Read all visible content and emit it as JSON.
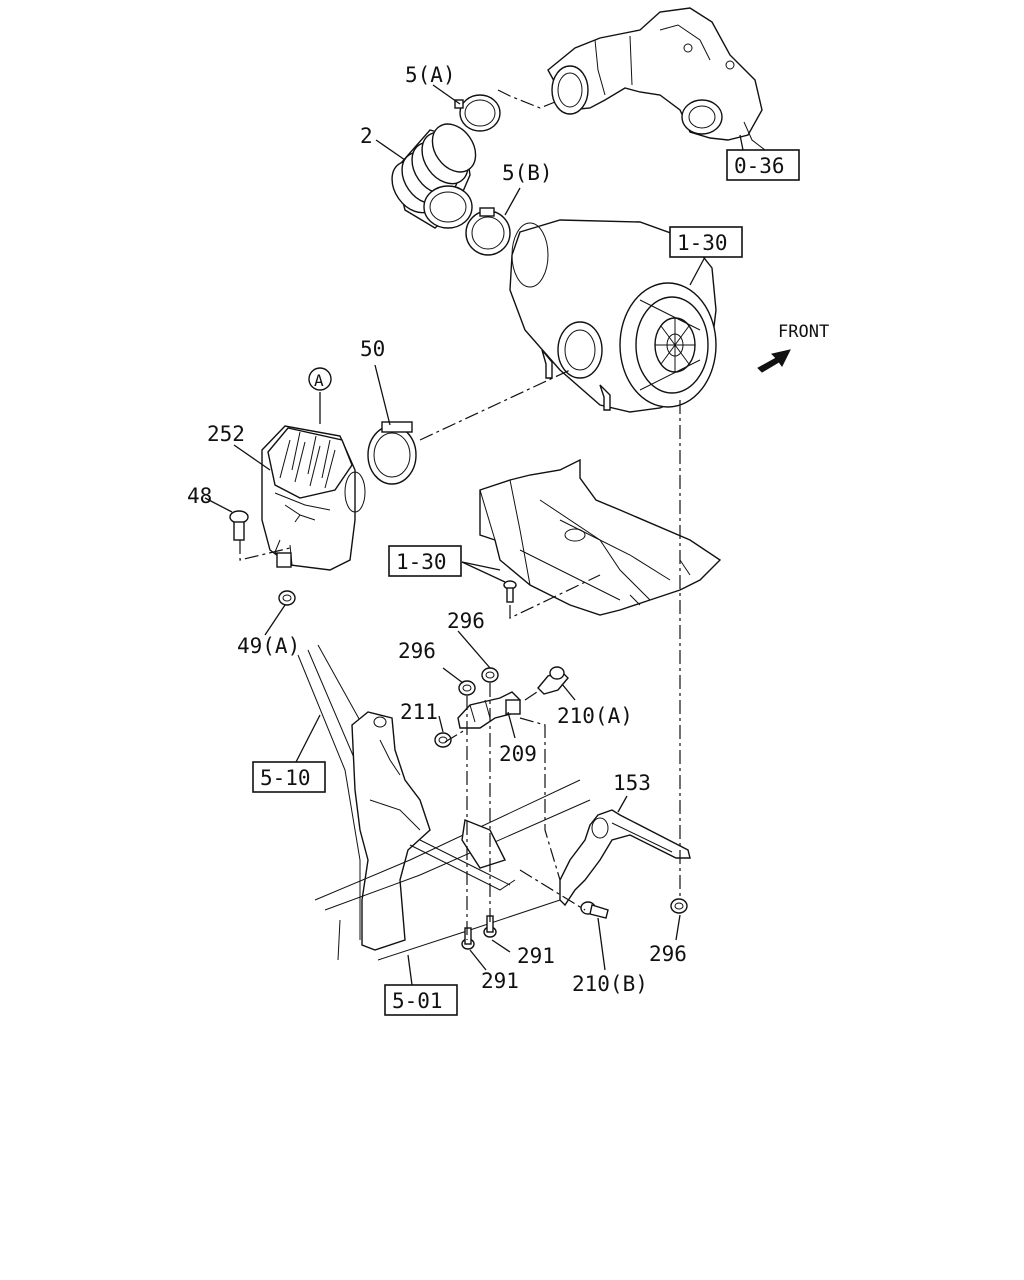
{
  "diagram": {
    "direction_label": "FRONT",
    "callouts": {
      "p5a": "5(A)",
      "p2": "2",
      "p5b": "5(B)",
      "p50": "50",
      "pA": "A",
      "p252": "252",
      "p48": "48",
      "p49a": "49(A)",
      "p296a": "296",
      "p296b": "296",
      "p211": "211",
      "p210a": "210(A)",
      "p209": "209",
      "p153": "153",
      "p291a": "291",
      "p291b": "291",
      "p210b": "210(B)",
      "p296c": "296"
    },
    "references": {
      "r036": "0-36",
      "r130a": "1-30",
      "r130b": "1-30",
      "r510": "5-10",
      "r501": "5-01"
    }
  }
}
